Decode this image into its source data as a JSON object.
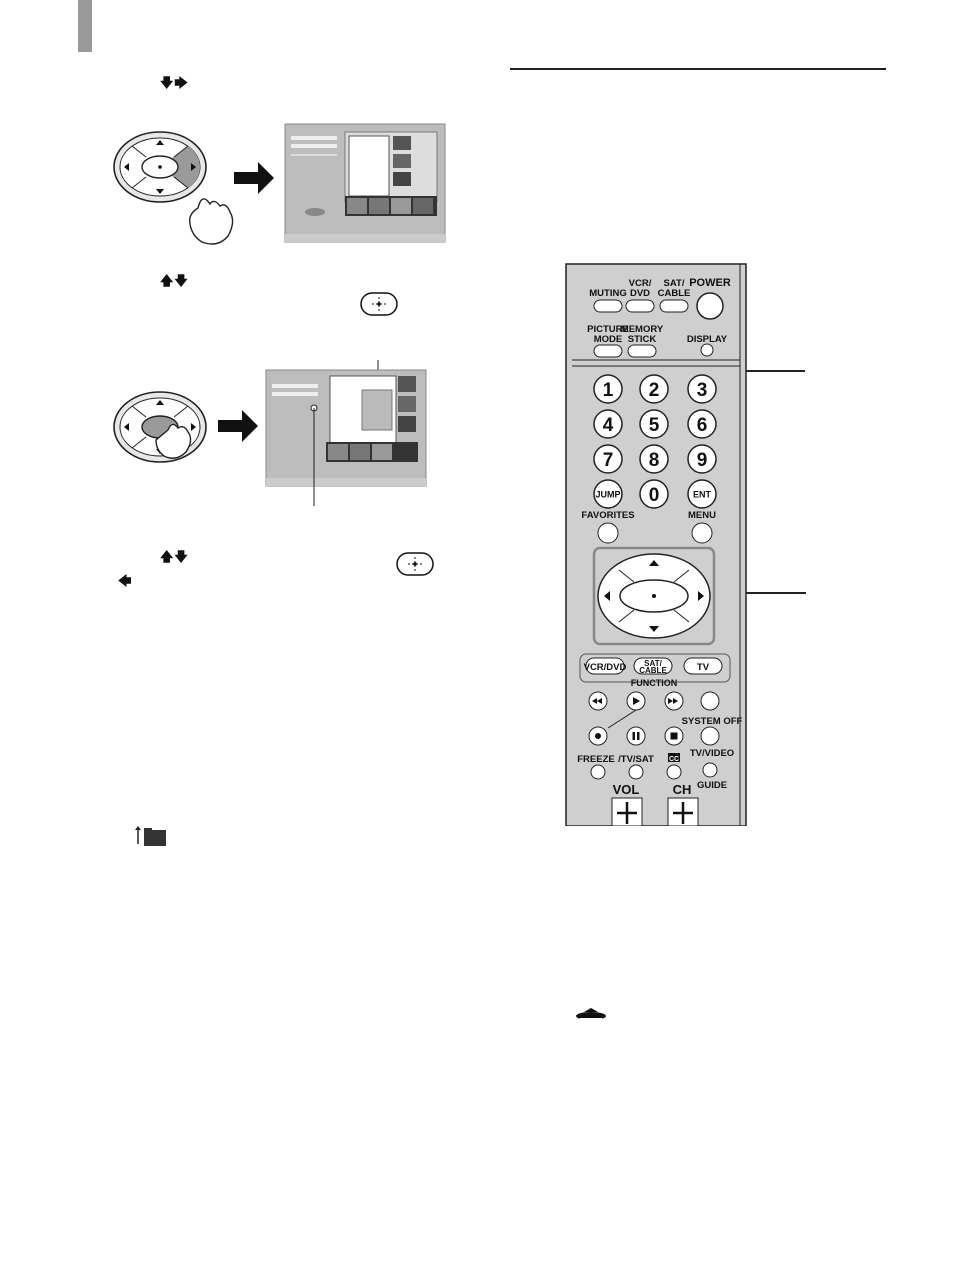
{
  "remote": {
    "top_buttons": [
      "MUTING",
      "VCR/ DVD",
      "SAT/ CABLE",
      "POWER"
    ],
    "row2_labels": [
      "PICTURE MODE",
      "MEMORY STICK",
      "DISPLAY"
    ],
    "digits": [
      "1",
      "2",
      "3",
      "4",
      "5",
      "6",
      "7",
      "8",
      "9",
      "JUMP",
      "0",
      "ENT"
    ],
    "favorites": "FAVORITES",
    "menu": "MENU",
    "function_buttons": [
      "VCR/DVD",
      "SAT/ CABLE",
      "TV"
    ],
    "function_label": "FUNCTION",
    "system_off": "SYSTEM OFF",
    "freeze": "FREEZE",
    "tv_sat": "/TV/SAT",
    "cc": "CC",
    "tv_video": "TV/VIDEO",
    "guide": "GUIDE",
    "vol": "VOL",
    "ch": "CH"
  },
  "icons": [
    "step1-arrows-down-right",
    "step2-arrows-up-down",
    "step3-arrows-up-down-left",
    "center-button-icon",
    "folder-up-icon",
    "memory-stick-logo"
  ]
}
